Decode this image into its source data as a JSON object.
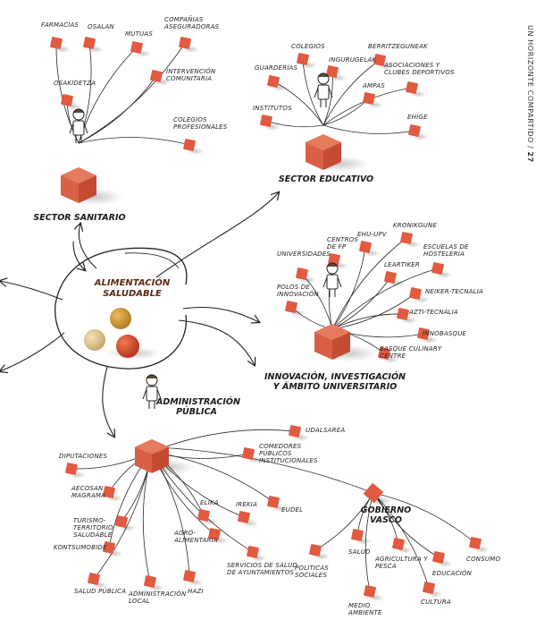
{
  "page_tag": {
    "text": "UN HORIZONTE COMPARTIDO /",
    "number": "27"
  },
  "center": {
    "title": "ALIMENTACIÓN\nSALUDABLE"
  },
  "colors": {
    "cube": "#d95f45",
    "node": "#e25a3f",
    "ball_orange": "#d44a2a",
    "ball_yellow": "#d39a3a",
    "ball_cream": "#e6cc98"
  },
  "hubs": {
    "sanitario": {
      "title": "SECTOR SANITARIO",
      "nodes": [
        "FARMACIAS",
        "OSALAN",
        "MUTUAS",
        "COMPAÑIAS\nASEGURADORAS",
        "OSAKIDETZA",
        "INTERVENCIÓN\nCOMUNITARIA",
        "COLEGIOS\nPROFESIONALES"
      ]
    },
    "educativo": {
      "title": "SECTOR EDUCATIVO",
      "nodes": [
        "COLEGIOS",
        "INGURUGELAK",
        "BERRITZEGUNEAK",
        "GUARDERÍAS",
        "ASOCIACIONES Y\nCLUBES DEPORTIVOS",
        "AMPAS",
        "INSTITUTOS",
        "EHIGE"
      ]
    },
    "innovacion": {
      "title": "INNOVACIÓN, INVESTIGACIÓN\nY ÁMBITO UNIVERSITARIO",
      "nodes": [
        "KRONIKGUNE",
        "EHU-UPV",
        "CENTROS\nDE FP",
        "UNIVERSIDADES",
        "ESCUELAS DE\nHOSTELERÍA",
        "LEARTIKER",
        "POLOS DE\nINNOVACIÓN",
        "NEIKER-TECNALIA",
        "AZTI-TECNALIA",
        "INNOBASQUE",
        "BASQUE CULINARY\nCENTRE"
      ]
    },
    "administracion": {
      "title": "ADMINISTRACIÓN\nPÚBLICA",
      "nodes": [
        "UDALSAREA",
        "COMEDORES\nPÚBLICOS\nINSTITUCIONALES",
        "DIPUTACIONES",
        "AECOSAN\nMAGRAMA",
        "TURISMO-TERRITORIO\nSALUDABLE",
        "KONTSUMOBIDE",
        "SALUD PÚBLICA",
        "ADMINISTRACIÓN\nLOCAL",
        "HAZI",
        "AGRO-ALIMENTARIA",
        "ELIKA",
        "IREKIA",
        "EUDEL",
        "SERVICIOS DE SALUD\nDE AYUNTAMIENTOS"
      ]
    },
    "gobierno_vasco": {
      "title": "GOBIERNO VASCO",
      "nodes": [
        "POLÍTICAS SOCIALES",
        "SALUD",
        "AGRICULTURA Y\nPESCA",
        "EDUCACIÓN",
        "CONSUMO",
        "MEDIO AMBIENTE",
        "CULTURA"
      ]
    }
  }
}
